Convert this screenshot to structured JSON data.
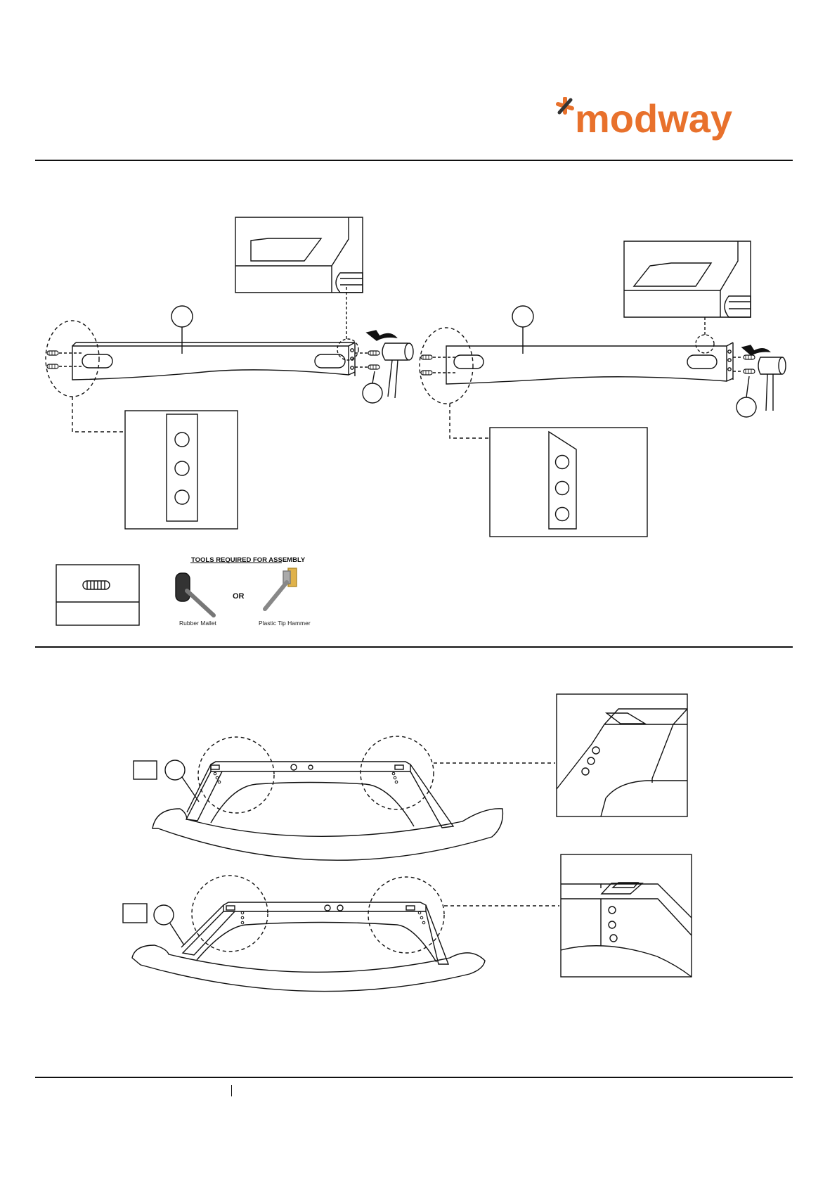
{
  "brand": {
    "name": "modway",
    "color": "#e8712c",
    "mark": "asterisk-logo-icon"
  },
  "tools": {
    "heading": "TOOLS REQUIRED FOR ASSEMBLY",
    "or_label": "OR",
    "items": [
      {
        "label": "Rubber Mallet",
        "icon": "rubber-mallet-icon"
      },
      {
        "label": "Plastic Tip Hammer",
        "icon": "plastic-tip-hammer-icon"
      }
    ]
  },
  "colors": {
    "line": "#111111",
    "handle_tip": "#e0b24a",
    "mallet_head": "#333333"
  }
}
